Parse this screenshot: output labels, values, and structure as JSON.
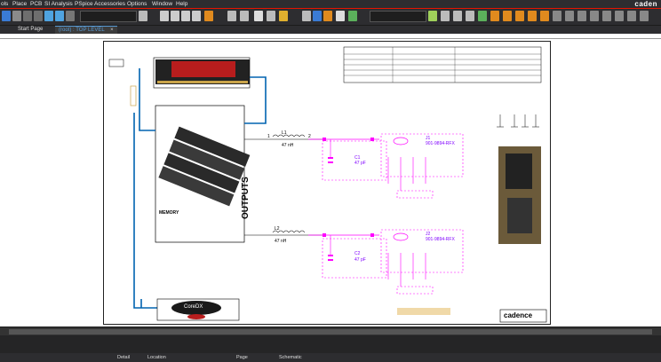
{
  "brand": "caden",
  "menu": [
    "ols",
    "Place",
    "PCB",
    "SI Analysis",
    "PSpice",
    "Accessories",
    "Options",
    "Window",
    "Help"
  ],
  "tabs": {
    "start": "Start Page",
    "active": "(root) : TOP LEVEL",
    "close": "×"
  },
  "schematic": {
    "outputs_label": "OUTPUTS",
    "memory_label": "MEMORY",
    "l1": {
      "ref": "L1",
      "value": "47 nH",
      "pin1": "1",
      "pin2": "2"
    },
    "l2": {
      "ref": "L2",
      "value": "47 nH"
    },
    "c1": {
      "ref": "C1",
      "value": "47 pF"
    },
    "c2": {
      "ref": "C2",
      "value": "47 pF"
    },
    "j1": {
      "ref": "J1",
      "part": "901-9894-RFX"
    },
    "j2": {
      "ref": "J2",
      "part": "901-9894-RFX"
    },
    "cadence_logo": "cadence",
    "corsair_text": "CoreDX"
  },
  "status": {
    "detail": "Detail",
    "location": "Location",
    "page": "Page",
    "schematic": "Schematic"
  },
  "colors": {
    "accent": "#e51400",
    "wire_blue": "#0063b1",
    "net_purple": "#8000ff",
    "pink": "#ff00ff"
  }
}
